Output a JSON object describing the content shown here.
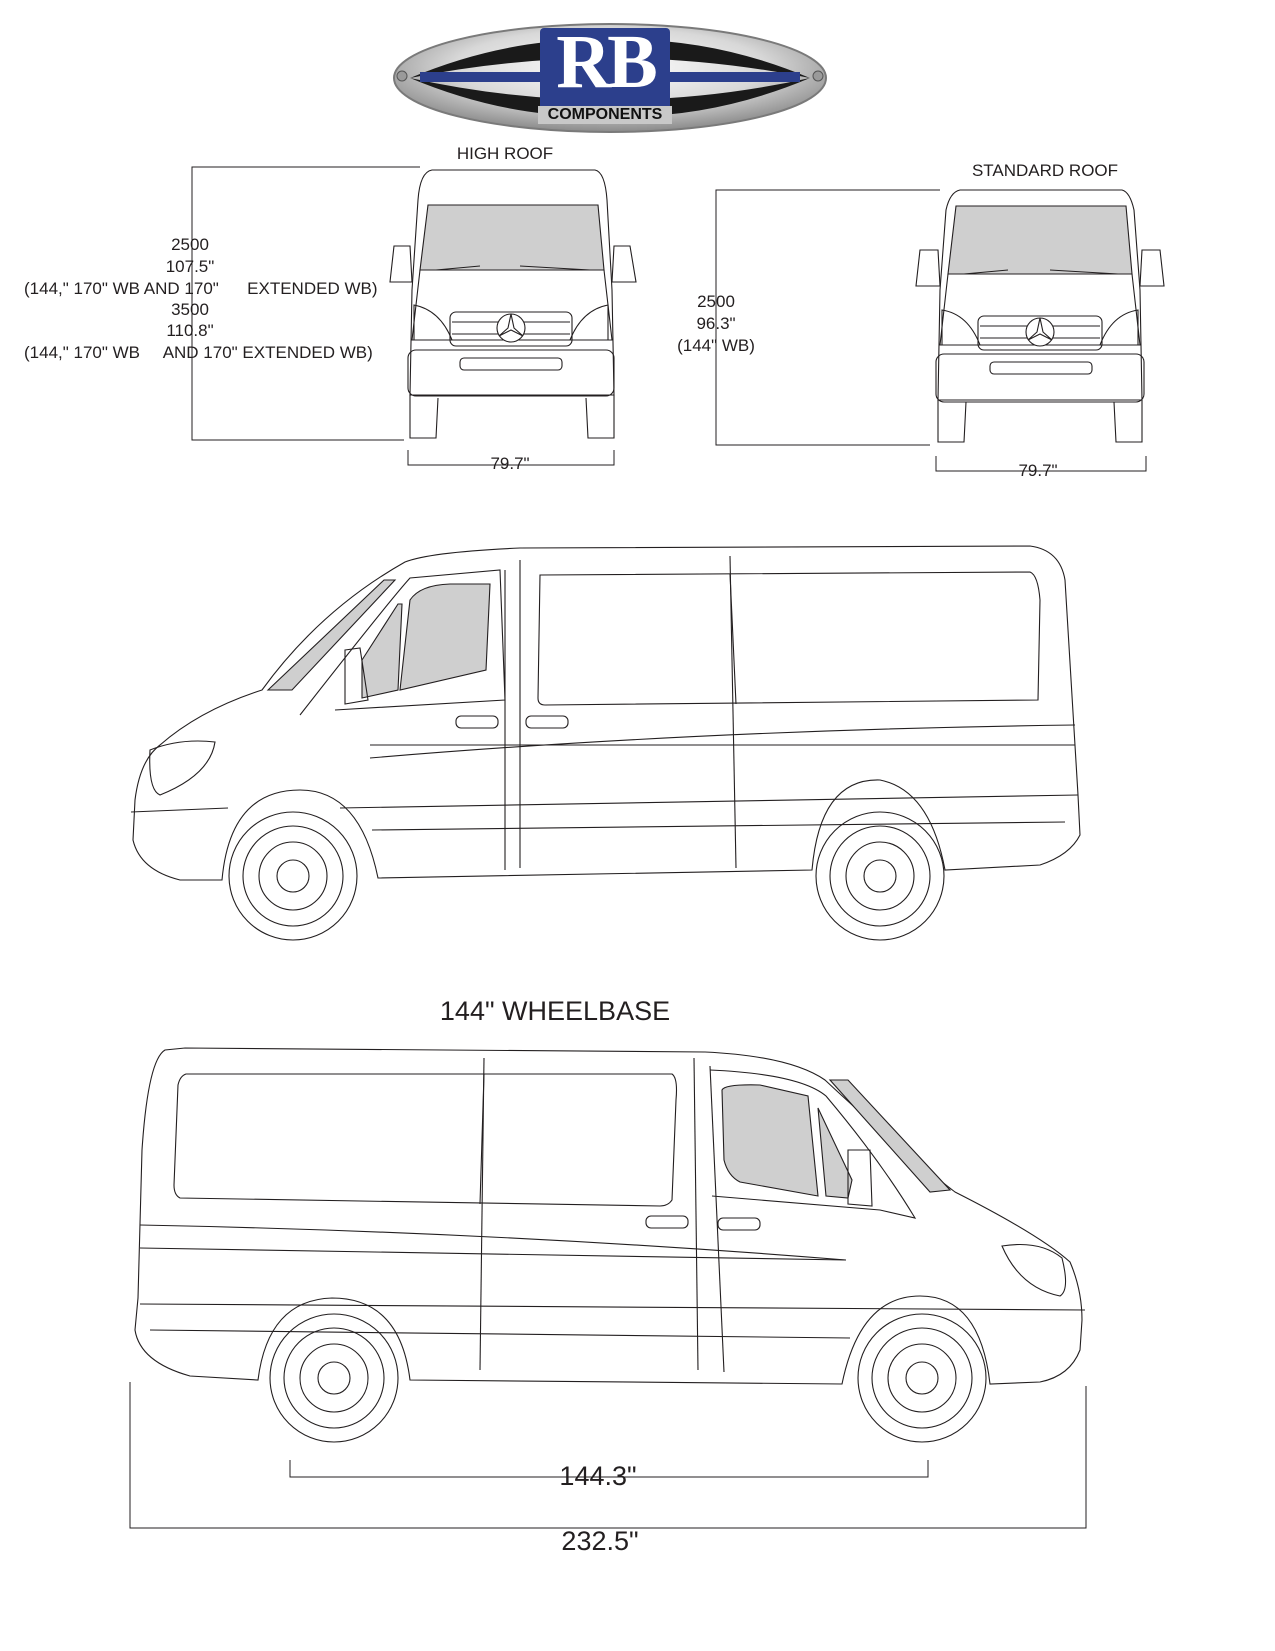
{
  "logo": {
    "mark": "RB",
    "word": "COMPONENTS",
    "color": "#2c3f8c"
  },
  "front_views": {
    "high_roof": {
      "title": "HIGH ROOF",
      "lines": [
        "2500",
        "107.5\"",
        "(144,\" 170\" WB AND 170\"      EXTENDED WB)",
        "3500",
        "110.8\"",
        "(144,\" 170\" WB     AND 170\" EXTENDED WB)"
      ],
      "width": "79.7\""
    },
    "standard_roof": {
      "title": "STANDARD ROOF",
      "lines": [
        "2500",
        "96.3\"",
        "(144\" WB)"
      ],
      "width": "79.7\""
    }
  },
  "side_view": {
    "caption": "144\" WHEELBASE",
    "wheelbase": "144.3\"",
    "overall_length": "232.5\""
  },
  "colors": {
    "line": "#231f20",
    "glass": "#cfcfcf"
  }
}
